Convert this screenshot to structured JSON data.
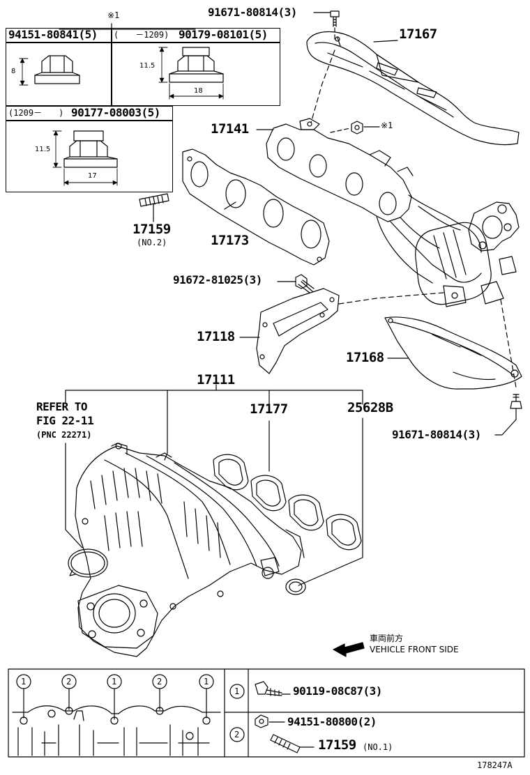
{
  "inset_boxes": {
    "mark": "※1",
    "box1": {
      "part": "94151-80841(5)",
      "dim_height": "8"
    },
    "box2": {
      "range": "(　　－1209)",
      "part": "90179-08101(5)",
      "dim_height": "11.5",
      "dim_width": "18"
    },
    "box3": {
      "range": "(1209－　　)",
      "part": "90177-08003(5)",
      "dim_height": "11.5",
      "dim_width": "17"
    }
  },
  "parts": {
    "p91671_top": "91671-80814(3)",
    "p17167": "17167",
    "p17141": "17141",
    "mark1": "※1",
    "p17159": "17159",
    "p17159_sub": "(NO.2)",
    "p17173": "17173",
    "p91672": "91672-81025(3)",
    "p17118": "17118",
    "p17168": "17168",
    "p17111": "17111",
    "refer_line1": "REFER TO",
    "refer_line2": "FIG 22-11",
    "refer_line3": "(PNC 22271)",
    "p17177": "17177",
    "p25628B": "25628B",
    "p91671_bottom": "91671-80814(3)"
  },
  "direction": {
    "jp": "車両前方",
    "en": "VEHICLE FRONT SIDE"
  },
  "legend": {
    "callouts_top": [
      "1",
      "2",
      "1",
      "2",
      "1"
    ],
    "item1": {
      "num": "1",
      "part": "90119-08C87(3)"
    },
    "item2": {
      "num": "2",
      "part1": "94151-80800(2)",
      "part2": "17159",
      "part2_sub": "(NO.1)"
    }
  },
  "figure_id": "178247A"
}
